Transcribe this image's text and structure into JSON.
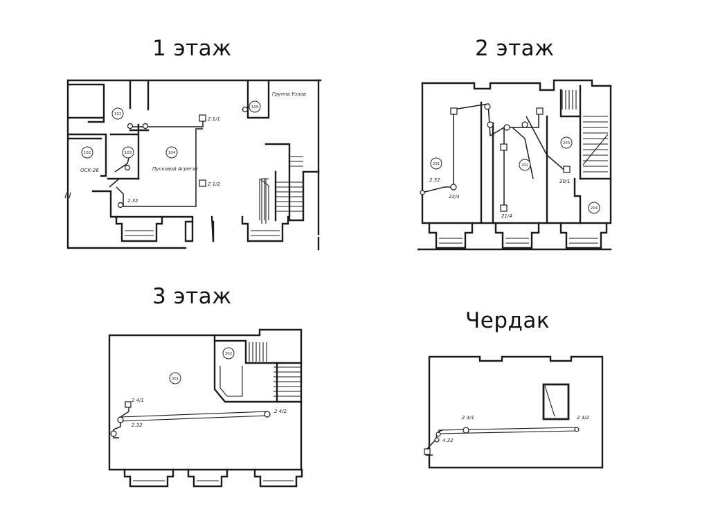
{
  "floors": [
    {
      "title": "1 этаж",
      "labels": [
        "Группа Узлов",
        "2 1/1",
        "2 1/2",
        "Пусковой Агрегат",
        "2.32",
        "ОСК-26"
      ],
      "rooms": [
        "101",
        "102",
        "103",
        "104",
        "105"
      ]
    },
    {
      "title": "2 этаж",
      "labels": [
        "2.32",
        "22/4",
        "21/4",
        "20/1"
      ],
      "rooms": [
        "201",
        "202",
        "203",
        "204"
      ]
    },
    {
      "title": "3 этаж",
      "labels": [
        "2 4/1",
        "2 4/2",
        "2.32"
      ],
      "rooms": [
        "301",
        "302"
      ]
    },
    {
      "title": "Чердак",
      "labels": [
        "2 4/1",
        "2 4/2",
        "4.32"
      ]
    }
  ]
}
